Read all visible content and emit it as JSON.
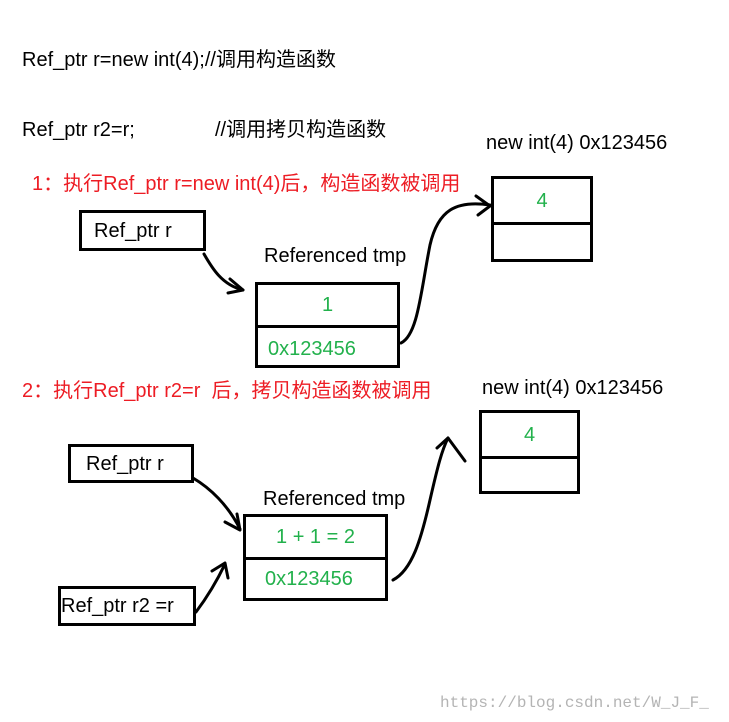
{
  "code": {
    "line1": "Ref_ptr r=new int(4);//调用构造函数",
    "line2_code": "Ref_ptr r2=r;",
    "line2_comment": "//调用拷贝构造函数"
  },
  "step1": {
    "caption": "1：执行Ref_ptr r=new int(4)后，构造函数被调用",
    "pointer_r": "Ref_ptr r",
    "referenced_title": "Referenced tmp",
    "ref_count": "1",
    "ref_address": "0x123456",
    "heap_title": "new int(4) 0x123456",
    "heap_value": "4"
  },
  "step2": {
    "caption": "2：执行Ref_ptr r2=r  后，拷贝构造函数被调用",
    "pointer_r": "Ref_ptr r",
    "pointer_r2": "Ref_ptr r2 =r",
    "referenced_title": "Referenced tmp",
    "ref_count": "1 + 1 = 2",
    "ref_address": "0x123456",
    "heap_title": "new int(4) 0x123456",
    "heap_value": "4"
  },
  "watermark": "https://blog.csdn.net/W_J_F_",
  "colors": {
    "value_text": "#22b14c",
    "caption_text": "#ed1c24",
    "border": "#000000",
    "watermark": "#b4b4b4"
  }
}
